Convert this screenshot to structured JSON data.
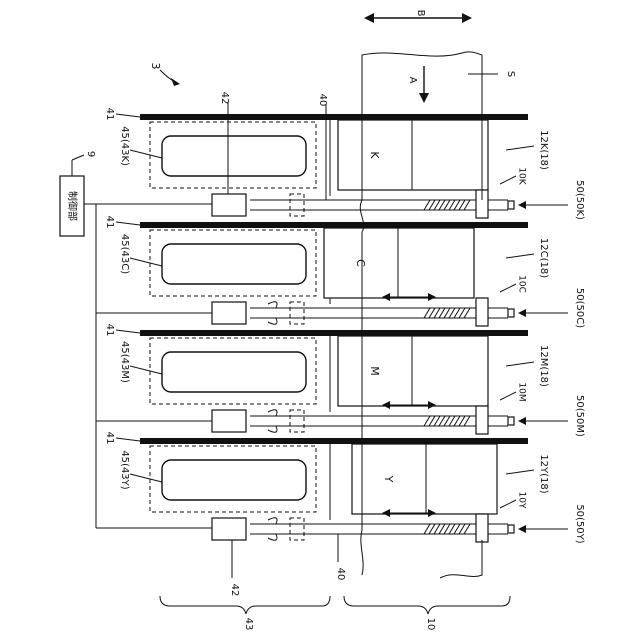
{
  "labels": {
    "figure_number": "3",
    "direction_b": "B",
    "direction_a": "A",
    "sheet": "S",
    "controller_id": "9",
    "controller_name": "制御部",
    "guide_rail": "40",
    "plate": "41",
    "motor": "42",
    "group_left": "43",
    "group_right": "10",
    "units": [
      {
        "color": "K",
        "cap": "45(43K)",
        "head": "12K(18)",
        "ink": "10K",
        "pos": "50(50K)"
      },
      {
        "color": "C",
        "cap": "45(43C)",
        "head": "12C(18)",
        "ink": "10C",
        "pos": "50(50C)"
      },
      {
        "color": "M",
        "cap": "45(43M)",
        "head": "12M(18)",
        "ink": "10M",
        "pos": "50(50M)"
      },
      {
        "color": "Y",
        "cap": "45(43Y)",
        "head": "12Y(18)",
        "ink": "10Y",
        "pos": "50(50Y)"
      }
    ]
  }
}
